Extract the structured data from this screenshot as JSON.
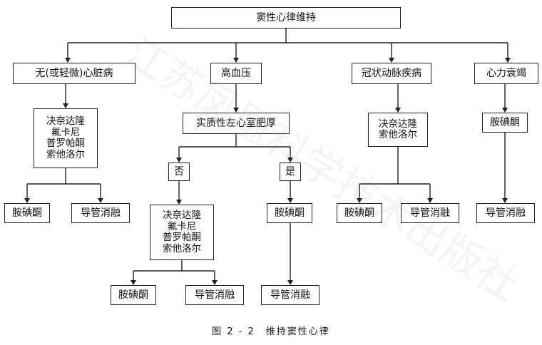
{
  "diagram": {
    "root": "窦性心律维持",
    "categories": {
      "no_heart_disease": "无(或轻微)心脏病",
      "hypertension": "高血压",
      "coronary": "冠状动脉疾病",
      "heart_failure": "心力衰竭"
    },
    "drugs_1": "决奈达隆\n氟卡尼\n普罗帕酮\n索他洛尔",
    "lvh_question": "实质性左心室肥厚",
    "answer_no": "否",
    "answer_yes": "是",
    "drugs_no": "决奈达隆\n氟卡尼\n普罗帕酮\n索他洛尔",
    "drugs_coronary": "决奈达隆\n索他洛尔",
    "amiodarone": "胺碘酮",
    "ablation": "导管消融"
  },
  "caption": "图 2 - 2　维持窦性心律",
  "watermark": "江苏凤凰科学技术出版社"
}
